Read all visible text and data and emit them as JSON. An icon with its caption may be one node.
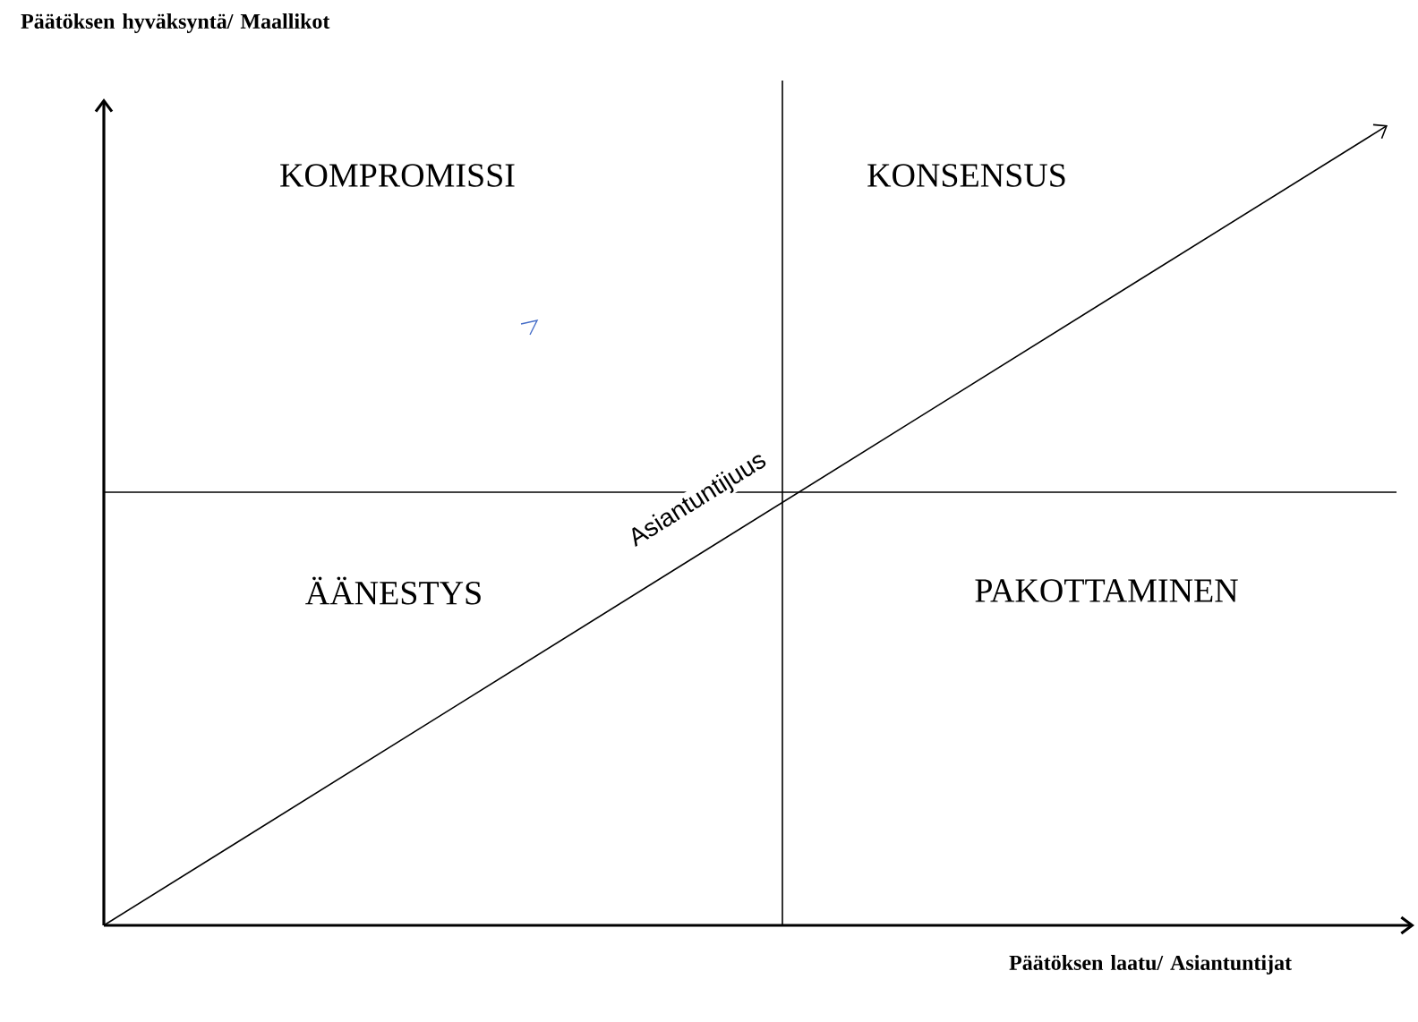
{
  "diagram": {
    "labels": [
      "Päätöksen hyväksyntä/ Maallikot",
      "KOMPROMISSI",
      "KONSENSUS",
      "Asiantuntijuus",
      "ÄÄNESTYS",
      "PAKOTTAMINEN",
      "Päätöksen laatu/ Asiantuntijat"
    ]
  }
}
